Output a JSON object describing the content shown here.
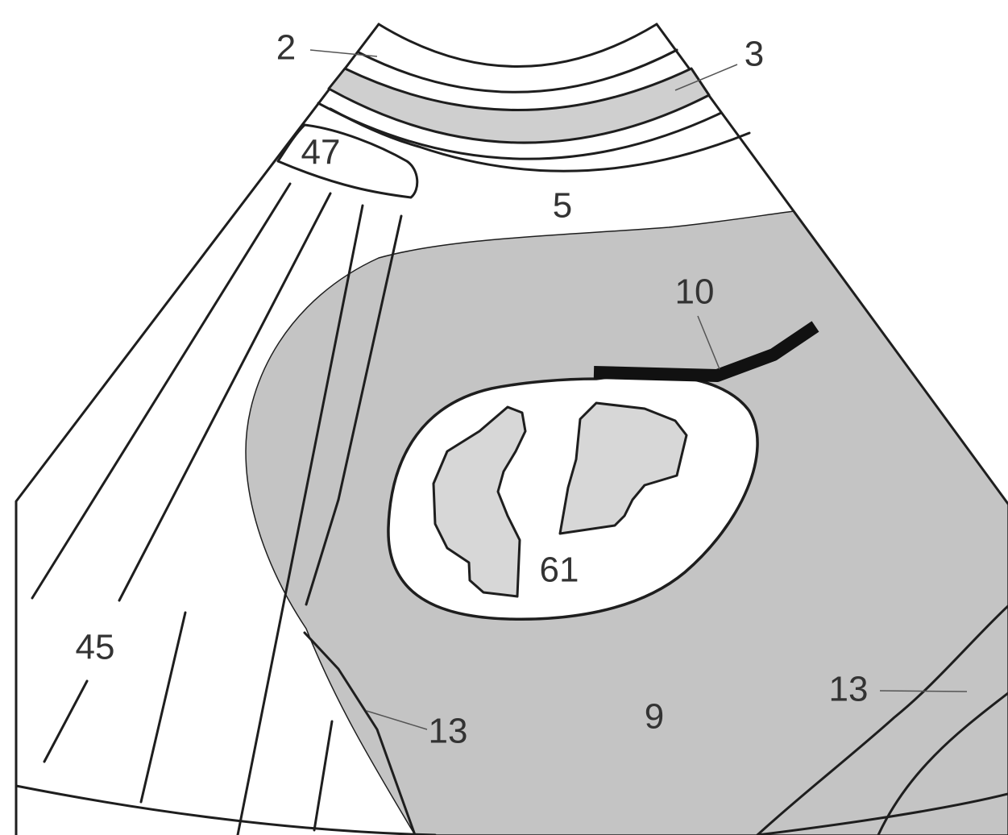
{
  "diagram": {
    "colors": {
      "background": "#ffffff",
      "outline": "#1e1e1e",
      "gray_region": "#c4c4c4",
      "inner_gray": "#d7d7d7",
      "band_gray": "#cfcfcf",
      "label": "#333333",
      "leader": "#555555"
    },
    "labels": {
      "l2": "2",
      "l3": "3",
      "l5": "5",
      "l9": "9",
      "l10": "10",
      "l13_left": "13",
      "l13_right": "13",
      "l45": "45",
      "l47": "47",
      "l61": "61"
    }
  }
}
